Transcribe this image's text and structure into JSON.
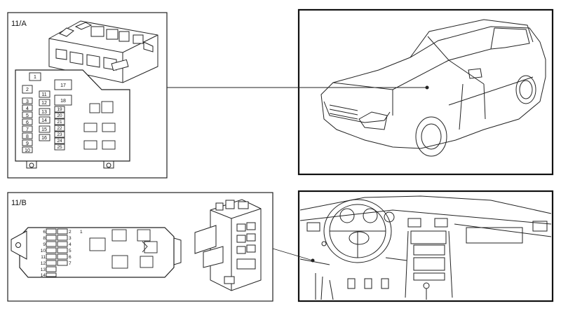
{
  "panels": [
    {
      "id": "11/A",
      "label": "11/A",
      "fuses": {
        "col1": [
          "1",
          "2",
          "3",
          "4",
          "5",
          "6",
          "7",
          "8",
          "9",
          "10"
        ],
        "col2": [
          "11",
          "12",
          "13",
          "14",
          "15",
          "16"
        ],
        "col3": [
          "19",
          "20",
          "21",
          "22",
          "23",
          "24",
          "25"
        ],
        "relays": [
          "17",
          "18"
        ]
      }
    },
    {
      "id": "11/B",
      "label": "11/B",
      "fuses": {
        "left": [
          "6",
          "8",
          "9",
          "10",
          "11",
          "12",
          "13",
          "14"
        ],
        "right": [
          "2",
          "3",
          "4",
          "5",
          "6",
          "7"
        ],
        "extra": [
          "1"
        ]
      }
    }
  ]
}
